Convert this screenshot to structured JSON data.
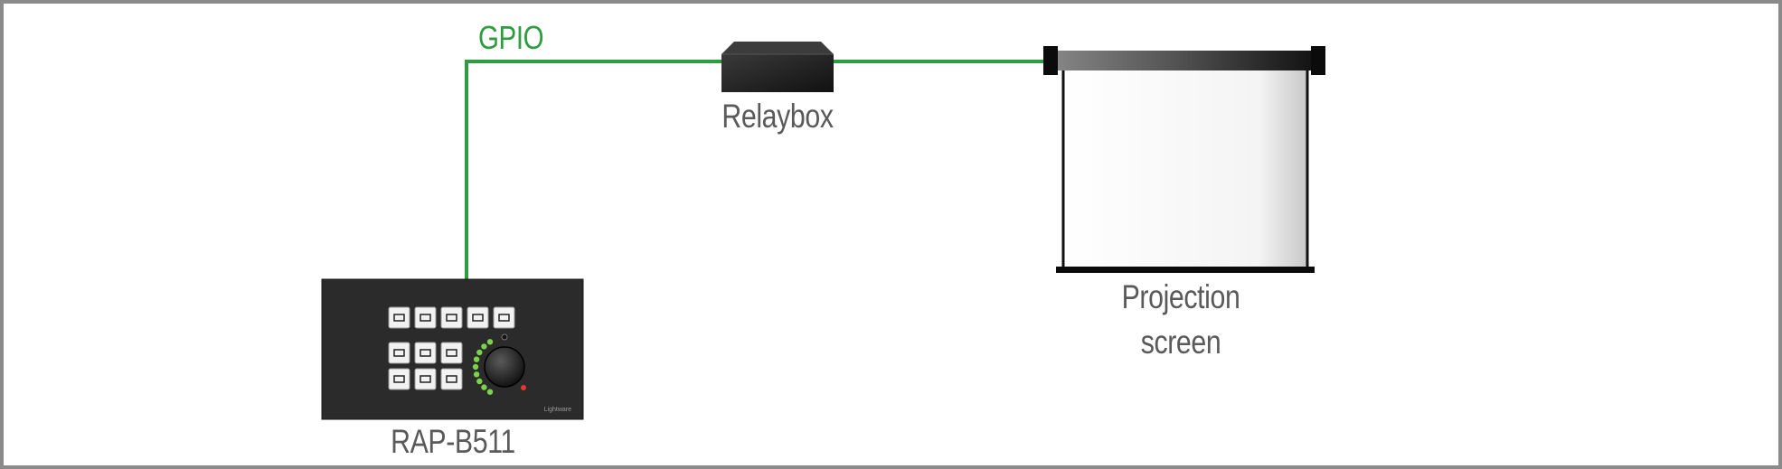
{
  "labels": {
    "gpio": "GPIO",
    "relaybox": "Relaybox",
    "projection_screen_line1": "Projection",
    "projection_screen_line2": "screen",
    "panel": "RAP-B511",
    "panel_brand": "Lightware"
  },
  "colors": {
    "cable": "#2e9c3f",
    "frame_border": "#8a8a8a",
    "label_text": "#5a5a5a",
    "panel_body": "#2b2b2b",
    "relaybox_body": "#2a2a2a",
    "led_green": "#7ad34a",
    "led_red": "#e23b2e"
  },
  "panel_buttons": [
    {
      "icon": "wifi-icon"
    },
    {
      "icon": "projector-on-icon"
    },
    {
      "icon": "projector-off-icon"
    },
    {
      "icon": "screen-up-icon"
    },
    {
      "icon": "screen-down-icon"
    },
    {
      "icon": "source-1-icon"
    },
    {
      "icon": "source-2-icon"
    },
    {
      "icon": "input-icon"
    },
    {
      "icon": "mute-icon"
    },
    {
      "icon": "camera-icon"
    },
    {
      "icon": "presenter-icon"
    }
  ]
}
